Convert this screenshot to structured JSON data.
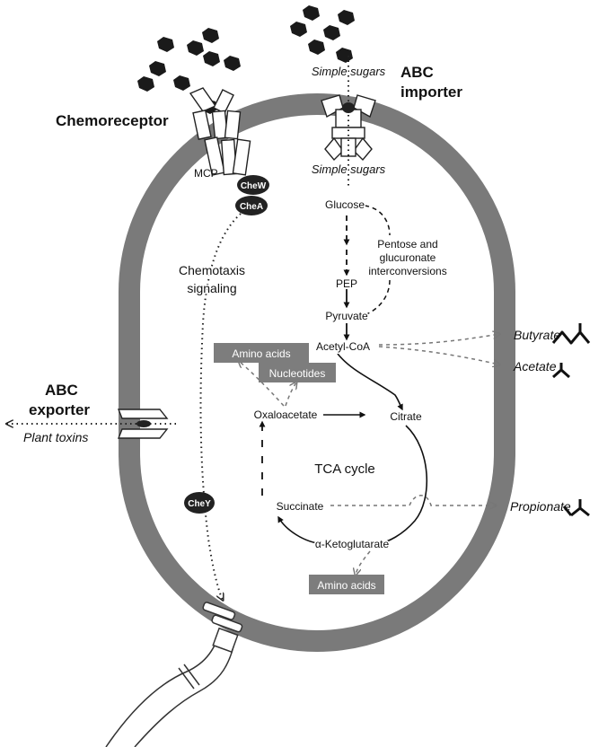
{
  "labels": {
    "chemoreceptor": "Chemoreceptor",
    "abc_importer_l1": "ABC",
    "abc_importer_l2": "importer",
    "abc_exporter_l1": "ABC",
    "abc_exporter_l2": "exporter",
    "simple_sugars_out": "Simple sugars",
    "simple_sugars_in": "Simple sugars",
    "mcp": "MCP",
    "chew": "CheW",
    "chea": "CheA",
    "chey": "CheY",
    "chemotaxis_l1": "Chemotaxis",
    "chemotaxis_l2": "signaling",
    "glucose": "Glucose",
    "pentose_l1": "Pentose and",
    "pentose_l2": "glucuronate",
    "pentose_l3": "interconversions",
    "pep": "PEP",
    "pyruvate": "Pyruvate",
    "acetyl_coa": "Acetyl-CoA",
    "butyrate": "Butyrate",
    "acetate": "Acetate",
    "propionate": "Propionate",
    "amino_acids_top": "Amino acids",
    "nucleotides": "Nucleotides",
    "amino_acids_bottom": "Amino acids",
    "oxaloacetate": "Oxaloacetate",
    "citrate": "Citrate",
    "tca_cycle": "TCA cycle",
    "succinate": "Succinate",
    "a_ketoglutarate": "α-Ketoglutarate",
    "plant_toxins": "Plant toxins"
  },
  "colors": {
    "membrane": "#7a7a7a",
    "box_fill": "#7d7d7d",
    "protein_dark": "#222222",
    "sugar": "#1a1a1a",
    "arrow_gray": "#777777"
  }
}
